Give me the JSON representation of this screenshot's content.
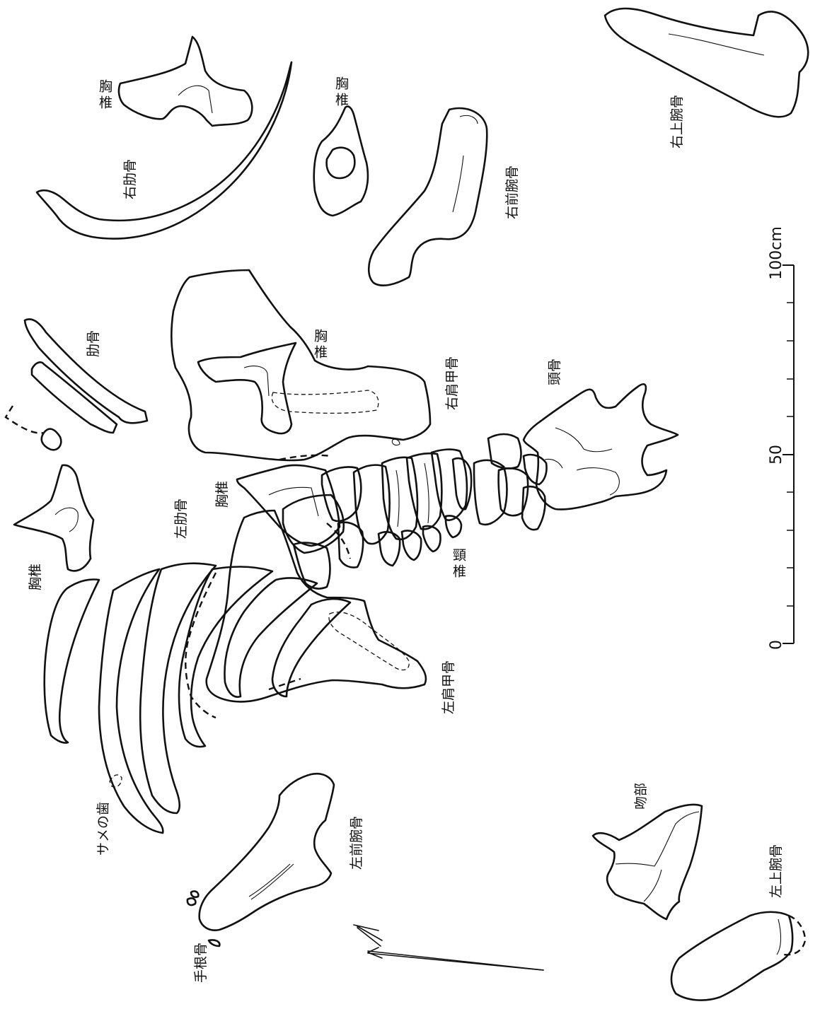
{
  "labels": {
    "thoracic_1": "胸椎",
    "thoracic_2": "胸椎",
    "thoracic_3": "胸椎",
    "thoracic_4": "胸椎",
    "thoracic_5": "胸椎",
    "right_rib": "右肋骨",
    "rib": "肋骨",
    "left_rib": "左肋骨",
    "right_forearm": "右前腕骨",
    "right_humerus": "右上腕骨",
    "right_scapula": "右肩甲骨",
    "left_scapula": "左肩甲骨",
    "skull": "頭骨",
    "cervical": "頸椎",
    "shark_tooth": "サメの歯",
    "left_forearm": "左前腕骨",
    "carpal": "手根骨",
    "snout": "吻部",
    "left_humerus": "左上腕骨"
  },
  "scale_bar": {
    "unit_label": "100cm",
    "ticks": [
      "0",
      "50"
    ]
  },
  "north_arrow": {
    "icon": "north-arrow-icon"
  }
}
